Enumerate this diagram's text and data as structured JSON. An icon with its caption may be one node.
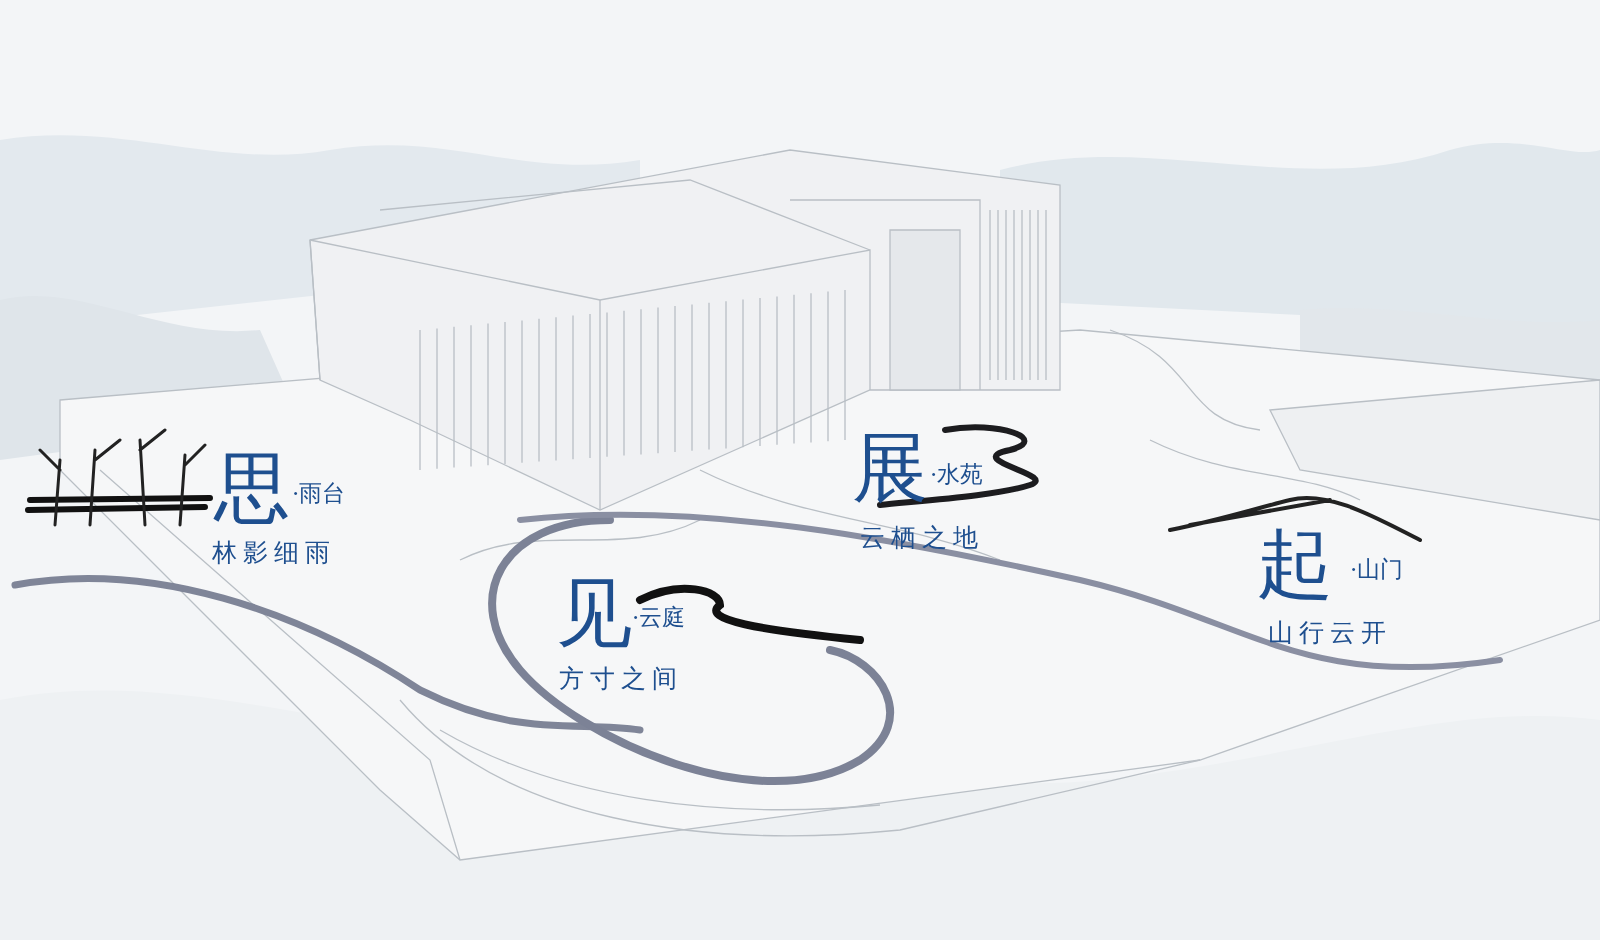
{
  "diagram": {
    "labels": [
      "思",
      "·雨台",
      "林影细雨",
      "展",
      "·水苑",
      "云栖之地",
      "见",
      "·云庭",
      "方寸之间",
      "起",
      "·山门",
      "山行云开"
    ]
  }
}
